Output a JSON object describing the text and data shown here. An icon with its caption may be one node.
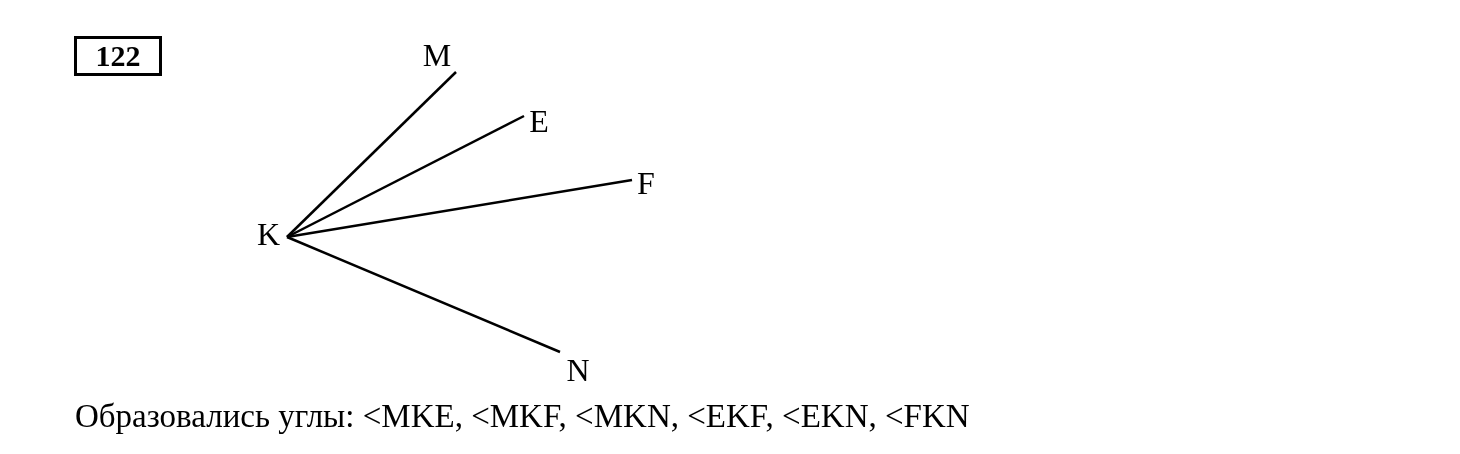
{
  "diagram": {
    "nodes": [
      {
        "text": [
          "122"
        ]
      },
      {
        "text": [
          "K"
        ]
      },
      {
        "text": [
          "M"
        ]
      },
      {
        "text": [
          "E"
        ]
      },
      {
        "text": [
          "F"
        ]
      },
      {
        "text": [
          "N"
        ]
      }
    ],
    "edges": [
      {
        "from": 1,
        "to": 2,
        "arrow": "none"
      },
      {
        "from": 1,
        "to": 3,
        "arrow": "none"
      },
      {
        "from": 1,
        "to": 4,
        "arrow": "none"
      },
      {
        "from": 1,
        "to": 5,
        "arrow": "none"
      }
    ],
    "labels": [
      "Образовались углы: <MKE, <MKF, <MKN, <EKF, <EKN, <FKN"
    ]
  }
}
